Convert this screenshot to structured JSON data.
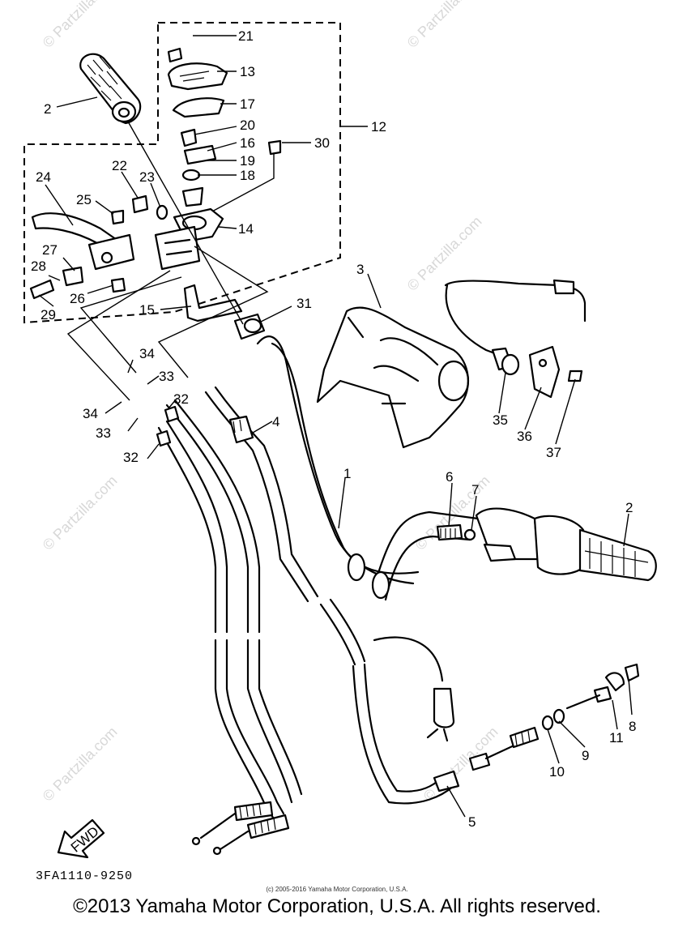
{
  "watermark": "© Partzilla.com",
  "callouts": [
    {
      "id": "c21",
      "label": "21"
    },
    {
      "id": "c13",
      "label": "13"
    },
    {
      "id": "c17",
      "label": "17"
    },
    {
      "id": "c2a",
      "label": "2"
    },
    {
      "id": "c20",
      "label": "20"
    },
    {
      "id": "c12",
      "label": "12"
    },
    {
      "id": "c16",
      "label": "16"
    },
    {
      "id": "c30",
      "label": "30"
    },
    {
      "id": "c19",
      "label": "19"
    },
    {
      "id": "c18",
      "label": "18"
    },
    {
      "id": "c24",
      "label": "24"
    },
    {
      "id": "c22",
      "label": "22"
    },
    {
      "id": "c23",
      "label": "23"
    },
    {
      "id": "c25",
      "label": "25"
    },
    {
      "id": "c14",
      "label": "14"
    },
    {
      "id": "c27",
      "label": "27"
    },
    {
      "id": "c28",
      "label": "28"
    },
    {
      "id": "c26",
      "label": "26"
    },
    {
      "id": "c29",
      "label": "29"
    },
    {
      "id": "c15",
      "label": "15"
    },
    {
      "id": "c3",
      "label": "3"
    },
    {
      "id": "c31",
      "label": "31"
    },
    {
      "id": "c34a",
      "label": "34"
    },
    {
      "id": "c33a",
      "label": "33"
    },
    {
      "id": "c32a",
      "label": "32"
    },
    {
      "id": "c34b",
      "label": "34"
    },
    {
      "id": "c33b",
      "label": "33"
    },
    {
      "id": "c4",
      "label": "4"
    },
    {
      "id": "c32b",
      "label": "32"
    },
    {
      "id": "c35",
      "label": "35"
    },
    {
      "id": "c36",
      "label": "36"
    },
    {
      "id": "c37",
      "label": "37"
    },
    {
      "id": "c1",
      "label": "1"
    },
    {
      "id": "c6",
      "label": "6"
    },
    {
      "id": "c7",
      "label": "7"
    },
    {
      "id": "c2b",
      "label": "2"
    },
    {
      "id": "c8",
      "label": "8"
    },
    {
      "id": "c11",
      "label": "11"
    },
    {
      "id": "c9",
      "label": "9"
    },
    {
      "id": "c10",
      "label": "10"
    },
    {
      "id": "c5",
      "label": "5"
    }
  ],
  "fwd_label": "FWD",
  "diagram_code": "3FA1110-9250",
  "small_copyright": "(c) 2005-2016 Yamaha Motor Corporation, U.S.A.",
  "copyright": "©2013 Yamaha Motor Corporation, U.S.A. All rights reserved."
}
